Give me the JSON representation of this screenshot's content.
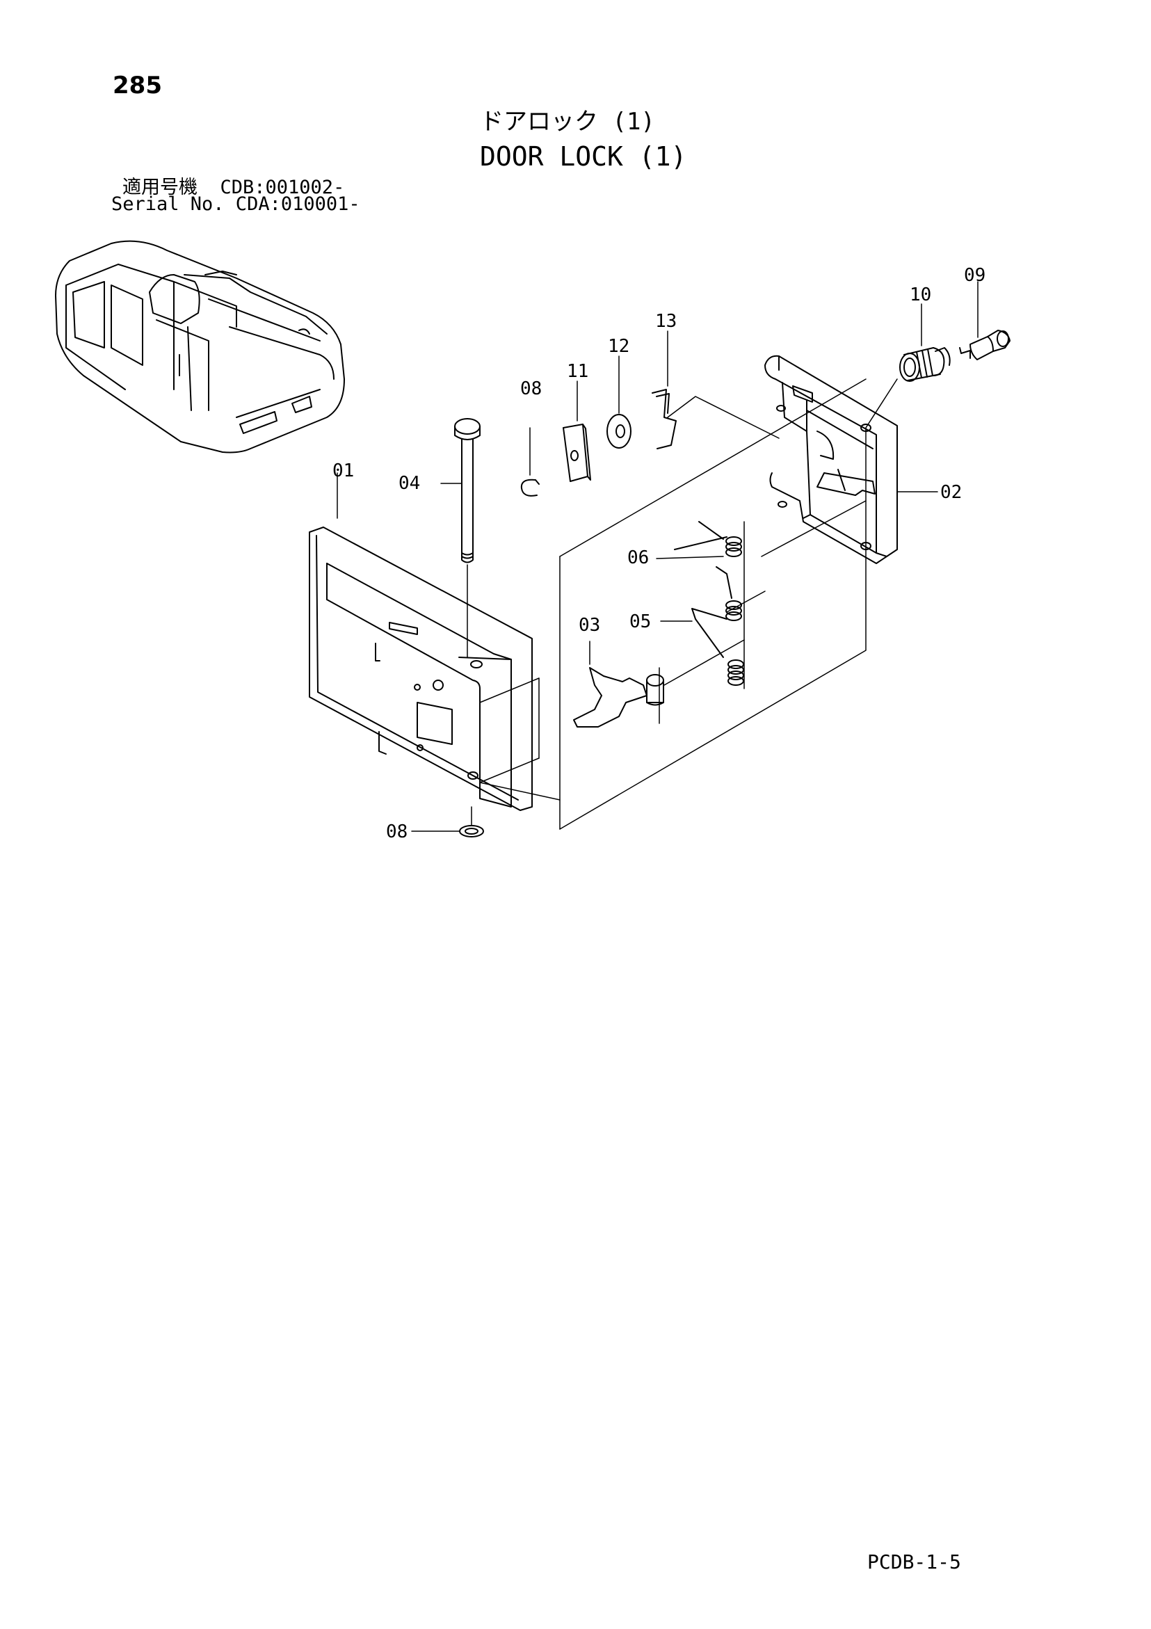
{
  "page_number": "285",
  "title_jp": "ドアロック (1)",
  "title_en": "DOOR LOCK (1)",
  "serial": {
    "line1": "適用号機  CDB:001002-",
    "line2": "Serial No. CDA:010001-"
  },
  "callouts": {
    "c01": "01",
    "c02": "02",
    "c03": "03",
    "c04": "04",
    "c05": "05",
    "c06": "06",
    "c08a": "08",
    "c08b": "08",
    "c09": "09",
    "c10": "10",
    "c11": "11",
    "c12": "12",
    "c13": "13"
  },
  "footer_code": "PCDB-1-5"
}
